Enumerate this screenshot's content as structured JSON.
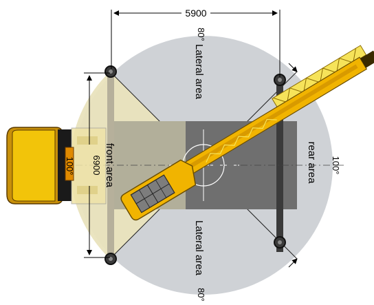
{
  "dimensions": {
    "width_label": "5900",
    "length_label": "6900"
  },
  "areas": {
    "lateral_top": "Lateral area",
    "lateral_bottom": "Lateral area",
    "front": "front area",
    "rear": "rear area"
  },
  "angles": {
    "top": "80°",
    "bottom": "80°",
    "front": "100°",
    "rear": "100°"
  },
  "colors": {
    "outer_circle": "#cfd2d6",
    "front_sector": "#e9e3bd",
    "chassis_pad": "#6f6f6f",
    "boom_yellow": "#f1b400",
    "cab_yellow": "#f2c40a",
    "outrigger": "#2b2b2b"
  },
  "icons": [
    "crane-boom-icon",
    "crane-cab-icon",
    "outrigger-pad-icon",
    "center-crosshair-icon"
  ]
}
